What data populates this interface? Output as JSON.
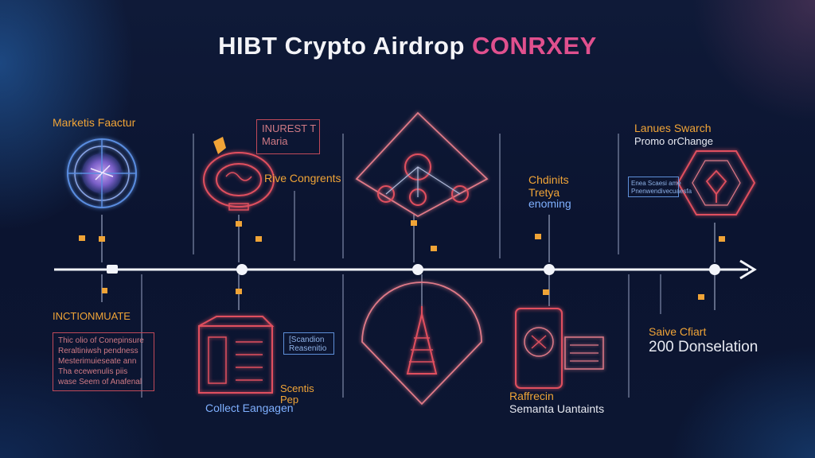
{
  "title": {
    "part1": "HIBT Crypto Airdrop",
    "part2": "CONRXEY"
  },
  "labels": {
    "market_feature": "Marketis Faactur",
    "inctionmate": "INCTIONMUATE",
    "rive_congrents": "Rive Congrents",
    "chainlis": "Chdinits",
    "tretyra": "Tretya",
    "enoming": "enoming",
    "lanues_swarch": "Lanues Swarch",
    "promocrange": "Promo orChange",
    "saive_cfiart": "Saive Cfiart",
    "donselation": "200 Donselation",
    "scentis": "Scentis",
    "pep": "Pep",
    "collect_engagen": "Collect Eangagen",
    "raffrecin": "Raffrecin",
    "semanta": "Semanta Uantaints"
  },
  "boxes": {
    "inurest": [
      "INUREST T",
      "Maria"
    ],
    "left_text": [
      "Thic olio of Conepinsure",
      "Reraltiniwsh pendness",
      "Mesterimuieseate ann",
      "Tha ecewenulis piis",
      "wase Seem of Anafenal"
    ],
    "box_middle": [
      "[Scandion",
      "Reasenitio"
    ],
    "box_right": [
      "Enea Scaesi ame",
      "Pnenwendivecuaesfa"
    ]
  },
  "colors": {
    "accent": "#e0508e",
    "orange": "#f0a437",
    "timeline": "#f2f4fa",
    "neon_red": "#e0505e",
    "neon_blue": "#5a8de0"
  }
}
